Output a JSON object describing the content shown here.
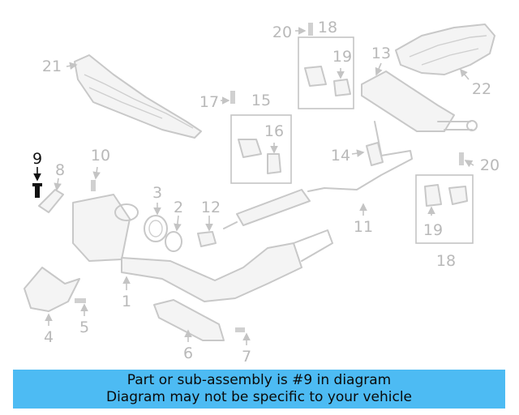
{
  "diagram": {
    "callouts": [
      "1",
      "2",
      "3",
      "4",
      "5",
      "6",
      "7",
      "8",
      "9",
      "10",
      "11",
      "12",
      "13",
      "14",
      "15",
      "16",
      "17",
      "18",
      "19",
      "20",
      "21",
      "22"
    ],
    "callouts_dup": {
      "18b": "18",
      "19b": "19",
      "20b": "20"
    },
    "highlight_number": "9",
    "highlight_color": "#111111",
    "muted_color": "#b9b9b9"
  },
  "banner": {
    "line1": "Part or sub-assembly is #9 in diagram",
    "line2": "Diagram may not be specific to your vehicle",
    "color": "#4dbbf3"
  }
}
